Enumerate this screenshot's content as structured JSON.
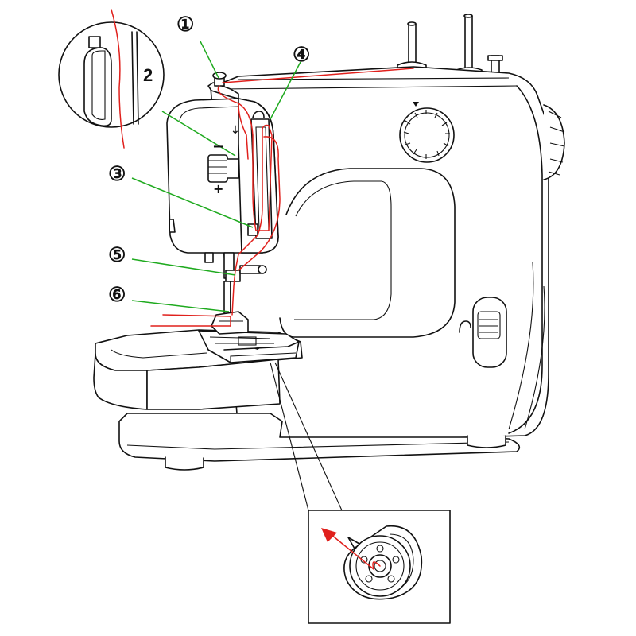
{
  "callouts": [
    {
      "id": "step-1",
      "label": "①"
    },
    {
      "id": "step-2",
      "label": "2"
    },
    {
      "id": "step-3",
      "label": "③"
    },
    {
      "id": "step-4",
      "label": "④"
    },
    {
      "id": "step-5",
      "label": "⑤"
    },
    {
      "id": "step-6",
      "label": "⑥"
    }
  ],
  "tension_marks": {
    "minus": "−",
    "plus": "+"
  },
  "colors": {
    "thread": "#e0201c",
    "leader": "#1faa1f",
    "outline": "#111111"
  },
  "icons": [
    "thread-path",
    "tension-dial",
    "bobbin-inset",
    "direction-arrow"
  ]
}
